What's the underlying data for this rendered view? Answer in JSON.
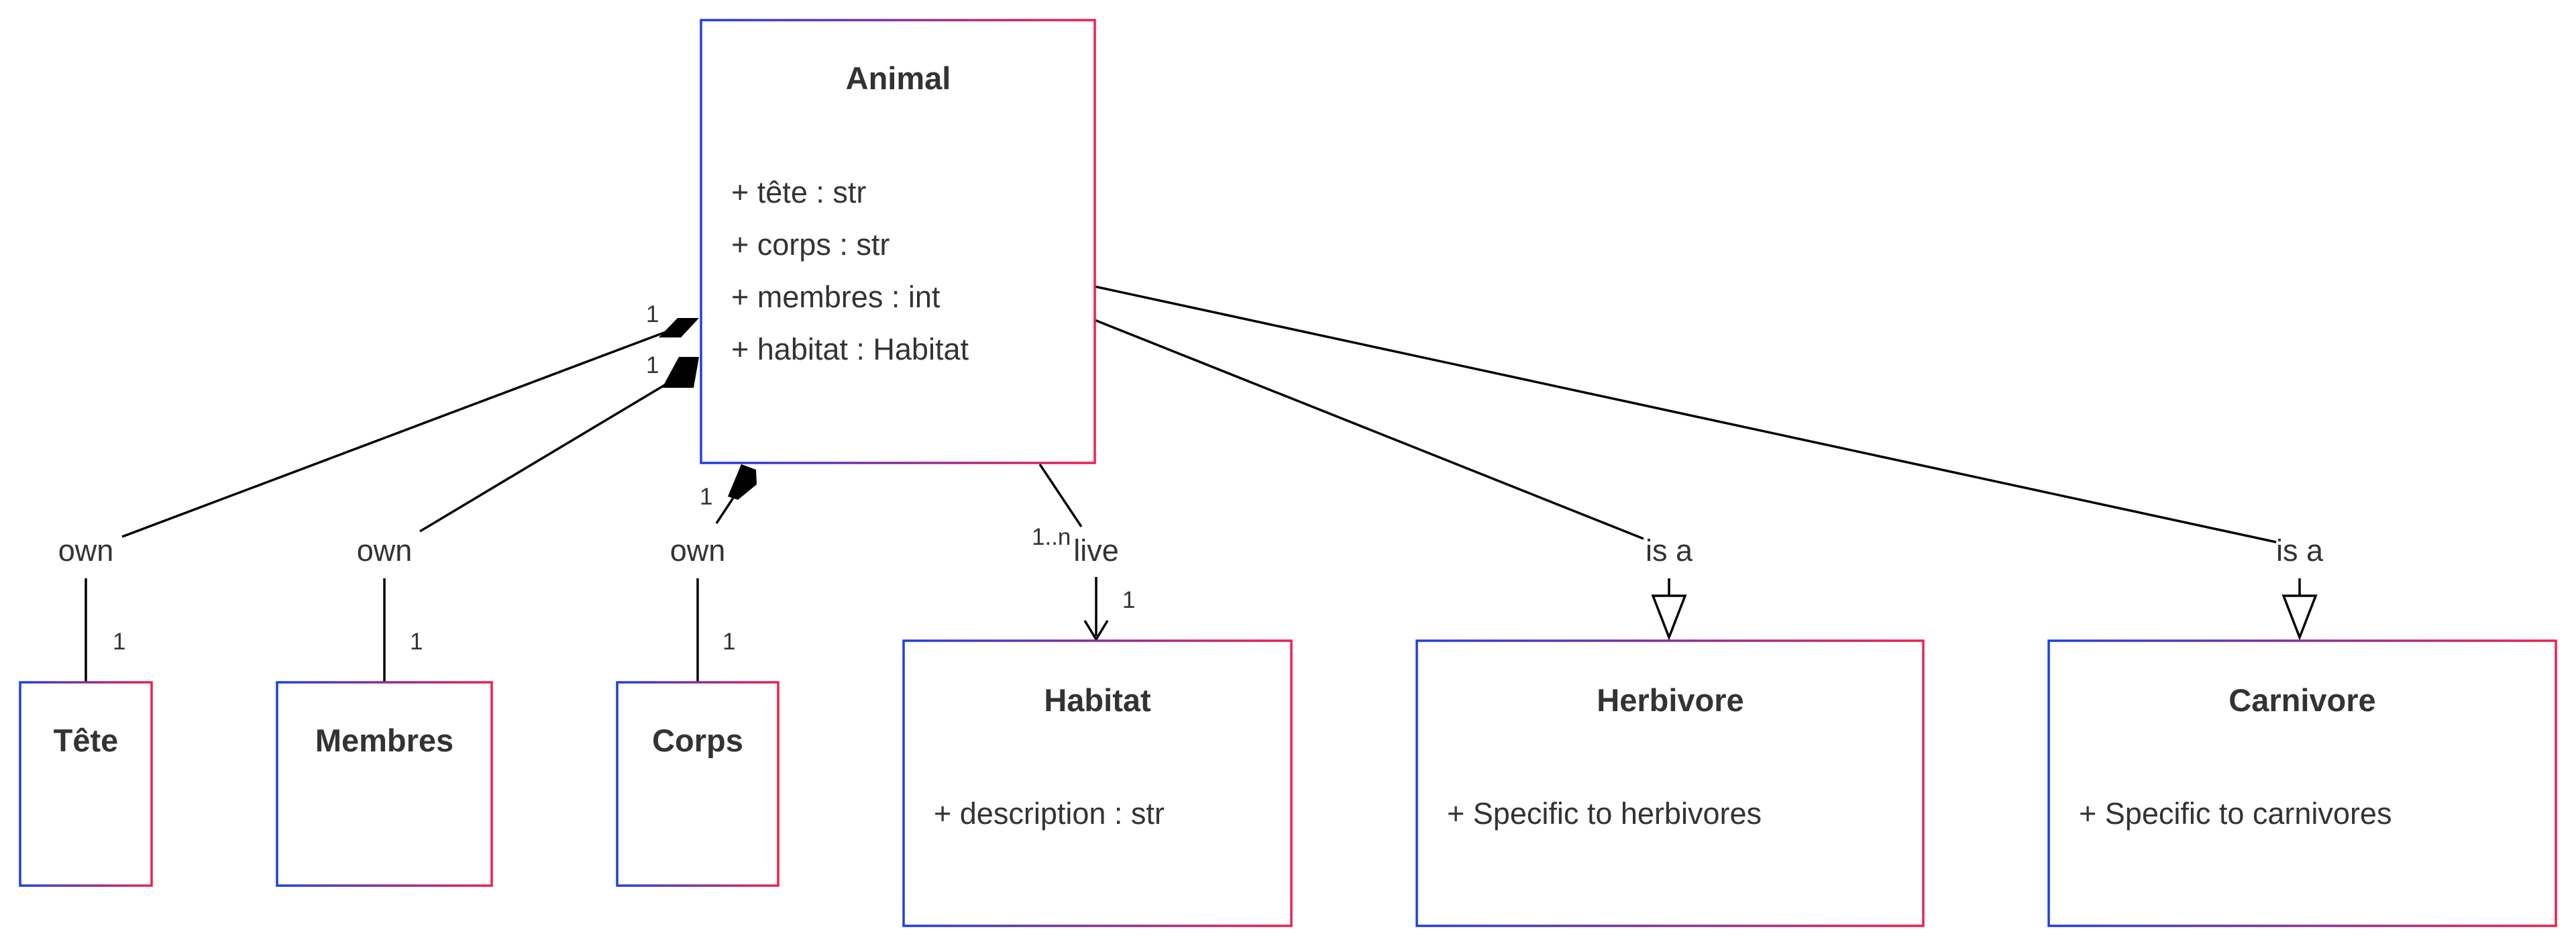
{
  "classes": {
    "animal": {
      "name": "Animal",
      "attributes": [
        "+ tête : str",
        "+ corps : str",
        "+ membres : int",
        "+ habitat : Habitat"
      ]
    },
    "tete": {
      "name": "Tête"
    },
    "membres": {
      "name": "Membres"
    },
    "corps": {
      "name": "Corps"
    },
    "habitat": {
      "name": "Habitat",
      "attributes": [
        "+ description : str"
      ]
    },
    "herbivore": {
      "name": "Herbivore",
      "attributes": [
        "+ Specific to herbivores"
      ]
    },
    "carnivore": {
      "name": "Carnivore",
      "attributes": [
        "+ Specific to carnivores"
      ]
    }
  },
  "relations": {
    "tete": {
      "label": "own",
      "source_mult": "1",
      "target_mult": "1"
    },
    "membres": {
      "label": "own",
      "source_mult": "1",
      "target_mult": "1"
    },
    "corps": {
      "label": "own",
      "source_mult": "1",
      "target_mult": "1"
    },
    "habitat": {
      "label": "live",
      "source_mult": "1..n",
      "target_mult": "1"
    },
    "herbivore": {
      "label": "is a"
    },
    "carnivore": {
      "label": "is a"
    }
  },
  "colors": {
    "box_gradient_start": "#1f3fe0",
    "box_gradient_end": "#ee2050",
    "line": "#000000"
  }
}
